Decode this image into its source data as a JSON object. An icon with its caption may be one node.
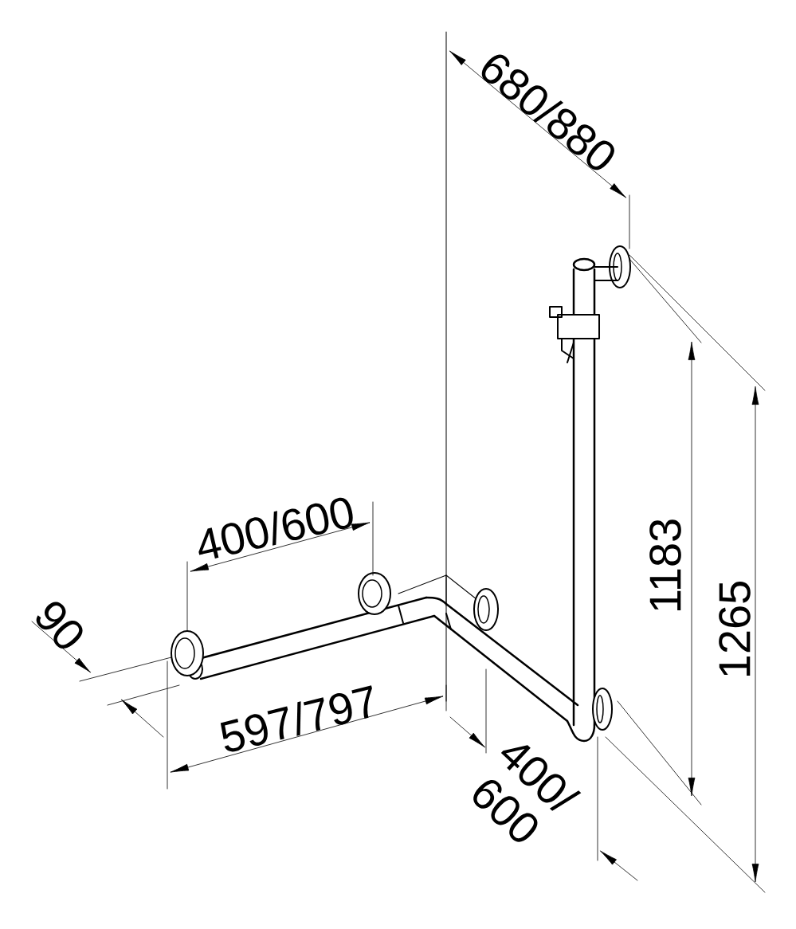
{
  "diagram": {
    "labels": [
      "680/880",
      "400/600",
      "90",
      "597/797",
      "1183",
      "1265",
      "400/ 600"
    ]
  }
}
